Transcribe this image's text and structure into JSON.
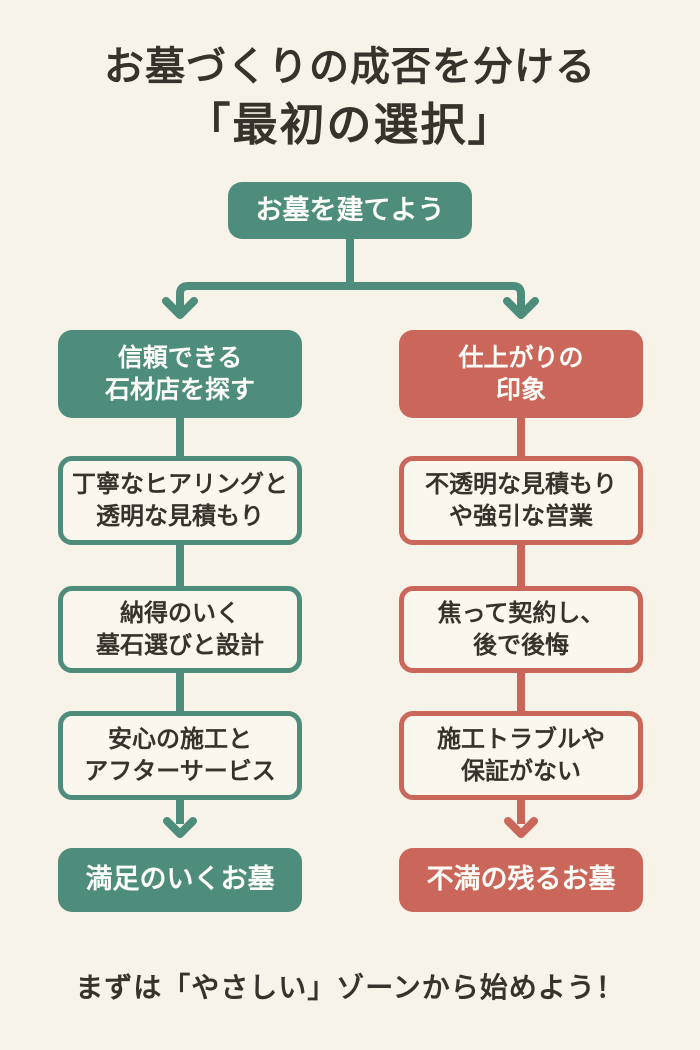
{
  "colors": {
    "background": "#f7f3e9",
    "teal": "#4e8c7b",
    "red": "#cb675a",
    "box_fill": "#faf7ef",
    "text_dark": "#35332b",
    "text_light": "#fdfdf9"
  },
  "title": {
    "line1": "お墓づくりの成否を分ける",
    "line2": "「最初の選択」"
  },
  "root": {
    "label": "お墓を建てよう"
  },
  "columns": {
    "good": {
      "accent": "#4e8c7b",
      "header": {
        "line1": "信頼できる",
        "line2": "石材店を探す"
      },
      "steps": [
        {
          "line1": "丁寧なヒアリングと",
          "line2": "透明な見積もり"
        },
        {
          "line1": "納得のいく",
          "line2": "墓石選びと設計"
        },
        {
          "line1": "安心の施工と",
          "line2": "アフターサービス"
        }
      ],
      "result": "満足のいくお墓"
    },
    "bad": {
      "accent": "#cb675a",
      "header": {
        "line1": "仕上がりの",
        "line2": "印象"
      },
      "steps": [
        {
          "line1": "不透明な見積もり",
          "line2": "や強引な営業"
        },
        {
          "line1": "焦って契約し、",
          "line2": "後で後悔"
        },
        {
          "line1": "施工トラブルや",
          "line2": "保証がない"
        }
      ],
      "result": "不満の残るお墓"
    }
  },
  "footer": "まずは「やさしい」ゾーンから始めよう！"
}
